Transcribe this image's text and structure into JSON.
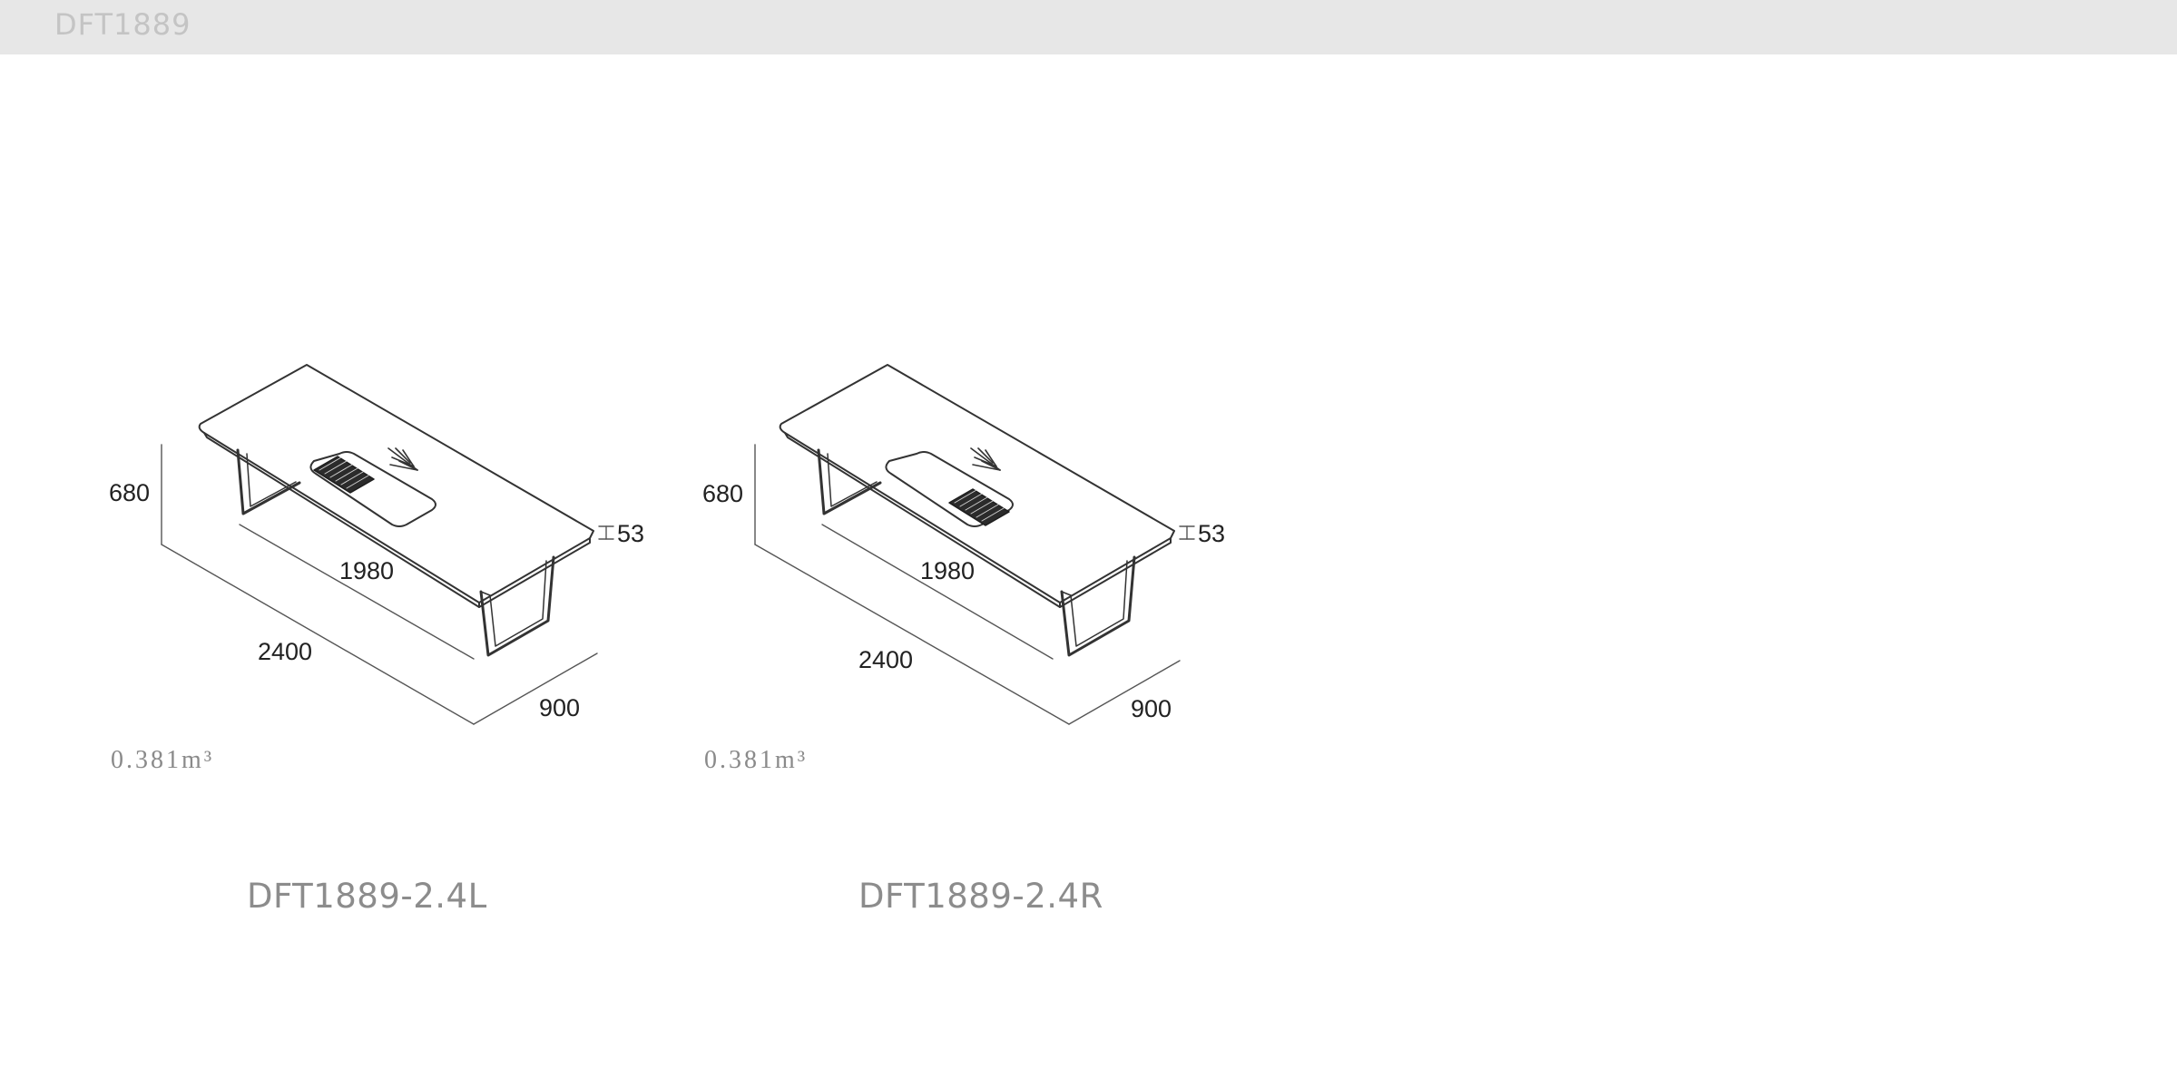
{
  "header": {
    "title": "DFT1889"
  },
  "products": [
    {
      "model": "DFT1889-2.4L",
      "volume": "0.381m³",
      "dimensions": {
        "height": "680",
        "inner_length": "1980",
        "length": "2400",
        "depth": "900",
        "top_thickness": "53"
      },
      "tray_side": "left"
    },
    {
      "model": "DFT1889-2.4R",
      "volume": "0.381m³",
      "dimensions": {
        "height": "680",
        "inner_length": "1980",
        "length": "2400",
        "depth": "900",
        "top_thickness": "53"
      },
      "tray_side": "right"
    }
  ],
  "colors": {
    "header_bg": "#e7e7e7",
    "header_text": "#c4c4c4",
    "caption_text": "#8c8c8c",
    "line": "#333333"
  }
}
